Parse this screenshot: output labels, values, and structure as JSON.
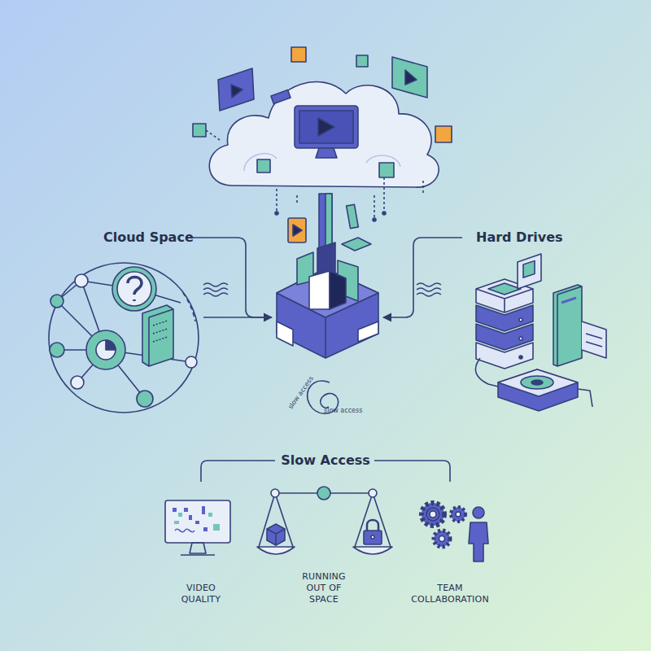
{
  "diagram": {
    "labels": [
      "Cloud Space",
      "Hard Drives",
      "slow access",
      "slow access",
      "Slow Access",
      "VIDEO QUALITY",
      "RUNNING OUT OF SPACE",
      "TEAM COLLABORATION"
    ]
  }
}
